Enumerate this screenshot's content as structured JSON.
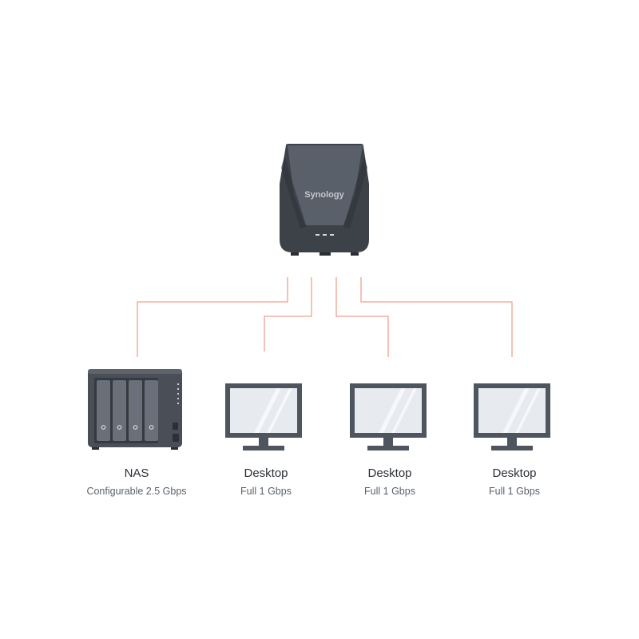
{
  "router": {
    "brand": "Synology"
  },
  "colors": {
    "link_line": "#f2a08f",
    "device_dark": "#4a4f57",
    "device_body": "#565b63",
    "screen_fill": "#e7eaef"
  },
  "devices": [
    {
      "name": "NAS",
      "speed": "Configurable 2.5 Gbps",
      "icon": "nas-icon"
    },
    {
      "name": "Desktop",
      "speed": "Full 1 Gbps",
      "icon": "desktop-monitor-icon"
    },
    {
      "name": "Desktop",
      "speed": "Full 1 Gbps",
      "icon": "desktop-monitor-icon"
    },
    {
      "name": "Desktop",
      "speed": "Full 1 Gbps",
      "icon": "desktop-monitor-icon"
    }
  ]
}
